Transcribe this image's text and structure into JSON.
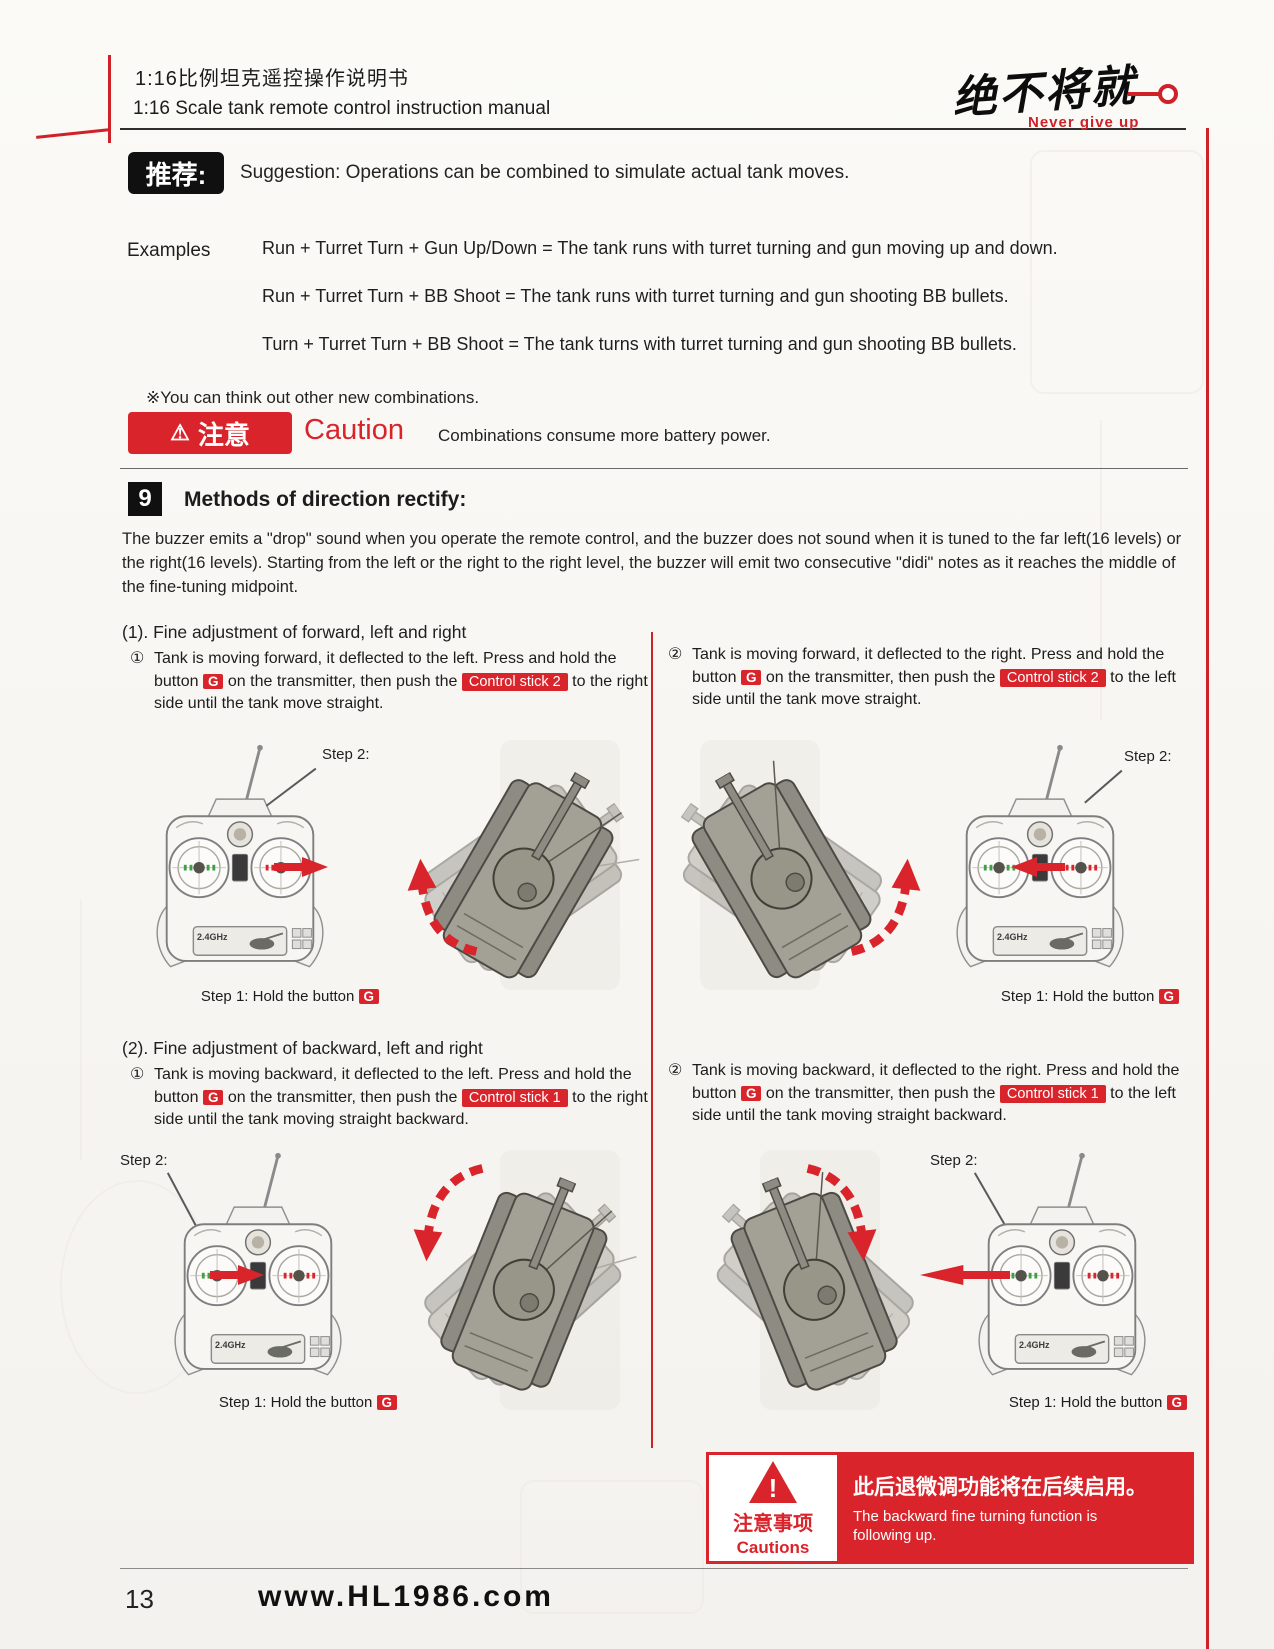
{
  "page": {
    "number": "13",
    "website": "www.HL1986.com"
  },
  "header": {
    "title_cn": "1:16比例坦克遥控操作说明书",
    "title_en": "1:16 Scale tank remote control instruction manual",
    "logo_text": "绝不将就",
    "logo_tagline": "Never give up"
  },
  "suggestion": {
    "badge": "推荐:",
    "text": "Suggestion: Operations can be combined to simulate actual tank moves."
  },
  "examples": {
    "label": "Examples",
    "items": [
      "Run + Turret Turn + Gun Up/Down = The tank runs with turret turning and gun moving up and down.",
      "Run + Turret Turn + BB Shoot = The tank runs with turret turning and gun shooting BB bullets.",
      "Turn + Turret Turn + BB Shoot = The tank turns with turret turning and gun shooting BB bullets."
    ],
    "note": "※You can think out other new combinations."
  },
  "caution": {
    "badge_icon": "⚠",
    "badge_text": "注意",
    "label": "Caution",
    "text": "Combinations consume more battery power."
  },
  "section": {
    "number": "9",
    "title": "Methods of direction rectify:",
    "body": "The buzzer emits a \"drop\" sound when you operate the remote control, and the buzzer does not sound when it is tuned to the far left(16 levels) or the right(16 levels). Starting from the left or the right to the right level, the buzzer will emit two consecutive \"didi\" notes as it reaches the middle of the fine-tuning midpoint."
  },
  "part1": {
    "heading": "(1). Fine adjustment of forward, left and right",
    "items": [
      {
        "num": "①",
        "seg1": "Tank is moving forward, it deflected to the left. Press and hold the button",
        "btn": "G",
        "seg2": "on the transmitter, then push the",
        "chip": "Control stick 2",
        "seg3": "to the right side until the tank move straight."
      },
      {
        "num": "②",
        "seg1": "Tank is moving forward, it deflected to the right. Press and hold the button",
        "btn": "G",
        "seg2": "on the transmitter, then push the",
        "chip": "Control stick 2",
        "seg3": "to the left side until the tank move straight."
      }
    ]
  },
  "part2": {
    "heading": "(2). Fine adjustment of backward, left and right",
    "items": [
      {
        "num": "①",
        "seg1": "Tank is moving backward, it deflected to the left. Press and hold the button",
        "btn": "G",
        "seg2": "on the transmitter, then push the",
        "chip": "Control stick 1",
        "seg3": "to the right side until the tank moving straight backward."
      },
      {
        "num": "②",
        "seg1": "Tank is moving backward, it deflected to the right. Press and hold the button",
        "btn": "G",
        "seg2": "on the transmitter, then push the",
        "chip": "Control stick 1",
        "seg3": "to the left side until the tank moving straight backward."
      }
    ]
  },
  "figures": {
    "step2_label": "Step 2:",
    "step1_label": "Step 1:  Hold the button",
    "step1_btn": "G",
    "freq": "2.4GHz"
  },
  "bottom_caution": {
    "icon": "!",
    "title_cn": "注意事项",
    "title_en": "Cautions",
    "text_cn": "此后退微调功能将在后续启用。",
    "text_en": "The backward fine turning function is following up."
  }
}
